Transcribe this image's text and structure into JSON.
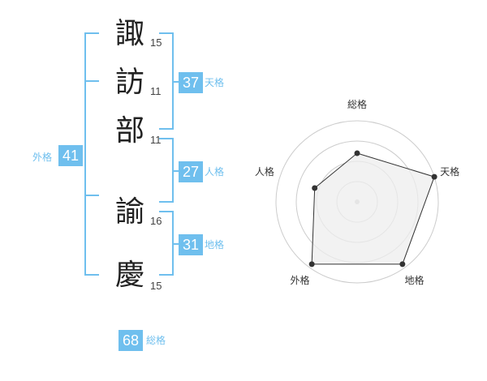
{
  "name_chars": [
    {
      "char": "諏",
      "strokes": "15"
    },
    {
      "char": "訪",
      "strokes": "11"
    },
    {
      "char": "部",
      "strokes": "11"
    },
    {
      "char": "諭",
      "strokes": "16"
    },
    {
      "char": "慶",
      "strokes": "15"
    }
  ],
  "scores": {
    "tenkaku": {
      "value": "37",
      "label": "天格"
    },
    "jinkaku": {
      "value": "27",
      "label": "人格"
    },
    "chikaku": {
      "value": "31",
      "label": "地格"
    },
    "gaikaku": {
      "value": "41",
      "label": "外格"
    },
    "soukaku": {
      "value": "68",
      "label": "総格"
    }
  },
  "chart_data": {
    "type": "radar",
    "axes": [
      "総格",
      "天格",
      "地格",
      "外格",
      "人格"
    ],
    "values": [
      0.6,
      1.0,
      0.95,
      0.95,
      0.55
    ],
    "rings": 4,
    "colors": {
      "fill": "#eeeeee",
      "line": "#333333",
      "grid": "#cccccc",
      "accent": "#6fbfee"
    }
  }
}
